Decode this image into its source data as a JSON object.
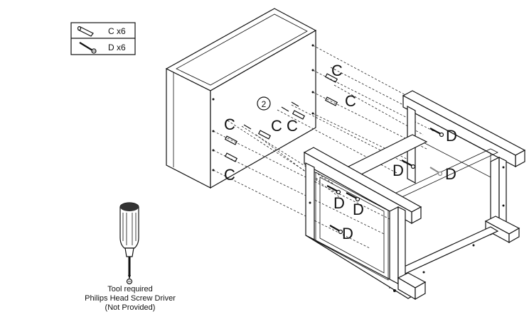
{
  "legend": {
    "dowel_label": "C x6",
    "screw_label": "D x6"
  },
  "step_number": "2",
  "callouts": {
    "c1": "C",
    "c2": "C",
    "c3": "C",
    "c4": "C",
    "c5": "C",
    "c6": "C",
    "d1": "D",
    "d2": "D",
    "d3": "D",
    "d4": "D",
    "d5": "D",
    "d6": "D"
  },
  "tool": {
    "line1": "Tool required",
    "line2": "Philips Head Screw Driver",
    "line3": "(Not Provided)"
  },
  "icons": {
    "dowel": "wooden-dowel-icon",
    "screw": "screw-icon",
    "screwdriver": "screwdriver-icon"
  }
}
